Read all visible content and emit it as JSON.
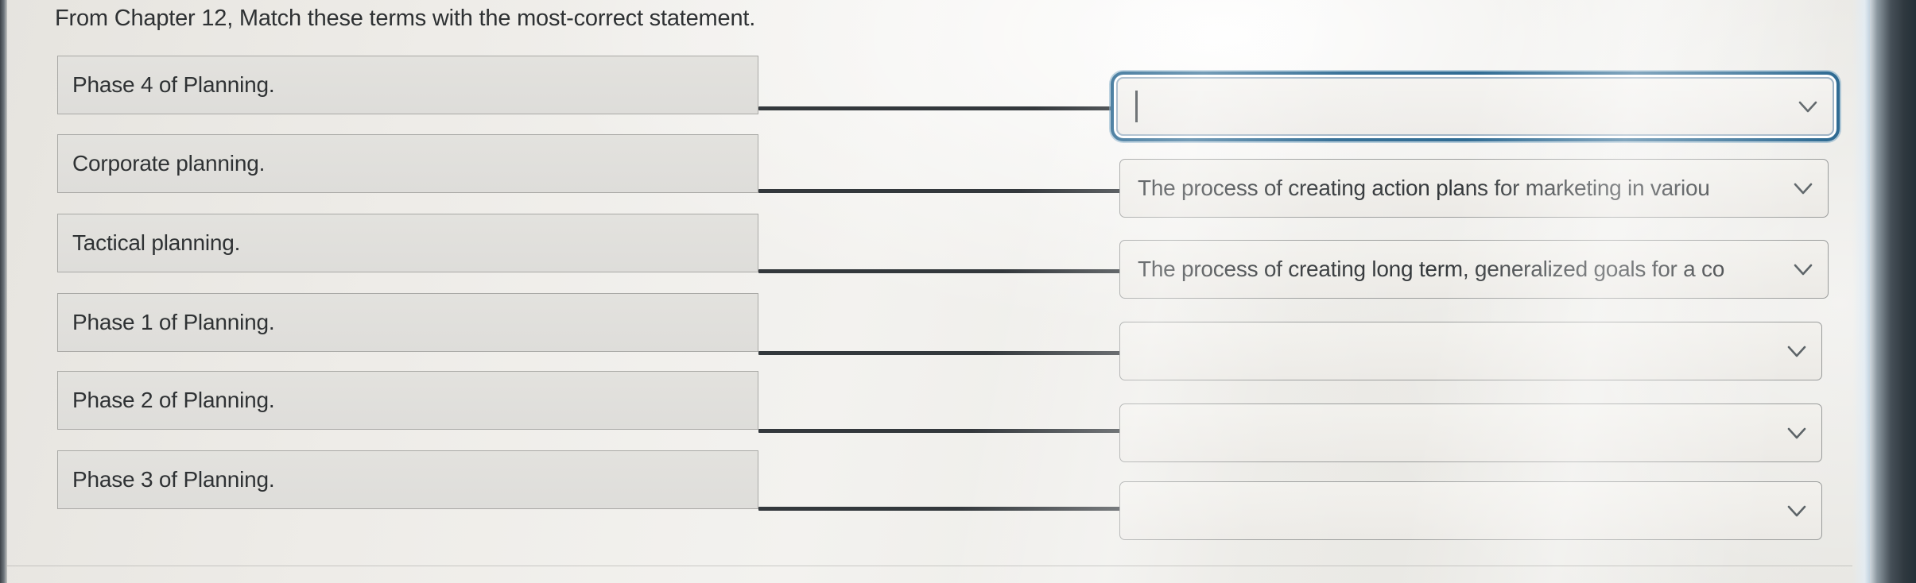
{
  "question": {
    "prompt": "From Chapter 12, Match these terms with the most-correct statement."
  },
  "colors": {
    "page_background": "#eceae6",
    "term_box_fill": "#e0dfdb",
    "term_box_border": "#a9a9a6",
    "select_fill": "#f0efeb",
    "select_border": "#9a9c9b",
    "connector": "#33383c",
    "focus_ring": "#2f6b93",
    "text": "#2f3234"
  },
  "matching": {
    "terms": [
      {
        "label": "Phase 4 of Planning."
      },
      {
        "label": "Corporate planning."
      },
      {
        "label": "Tactical planning."
      },
      {
        "label": "Phase 1 of Planning."
      },
      {
        "label": "Phase 2 of Planning."
      },
      {
        "label": "Phase 3 of Planning."
      }
    ],
    "answers": [
      {
        "value": "",
        "focused": true,
        "placeholder": ""
      },
      {
        "value": "The process of creating  action plans for marketing in variou",
        "focused": false,
        "placeholder": ""
      },
      {
        "value": "The process of creating long term, generalized goals for a co",
        "focused": false,
        "placeholder": ""
      },
      {
        "value": "",
        "focused": false,
        "placeholder": ""
      },
      {
        "value": "",
        "focused": false,
        "placeholder": ""
      },
      {
        "value": "",
        "focused": false,
        "placeholder": ""
      }
    ],
    "chevron_icon": "chevron-down-icon"
  }
}
